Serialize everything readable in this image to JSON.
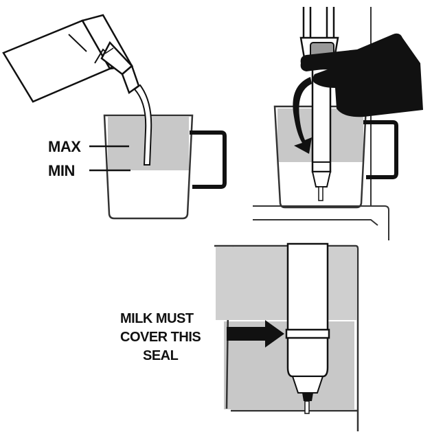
{
  "labels": {
    "max": "MAX",
    "min": "MIN",
    "seal_line1": "MILK MUST",
    "seal_line2": "COVER THIS",
    "seal_line3": "SEAL"
  },
  "colors": {
    "milk": "#c8c8c8",
    "outline": "#111111",
    "fill_light": "#ffffff",
    "handle": "#111111"
  },
  "icons": {
    "hand": "hand-icon",
    "rotate_arrow": "curved-arrow-icon",
    "pointer_arrow": "right-arrow-icon"
  }
}
